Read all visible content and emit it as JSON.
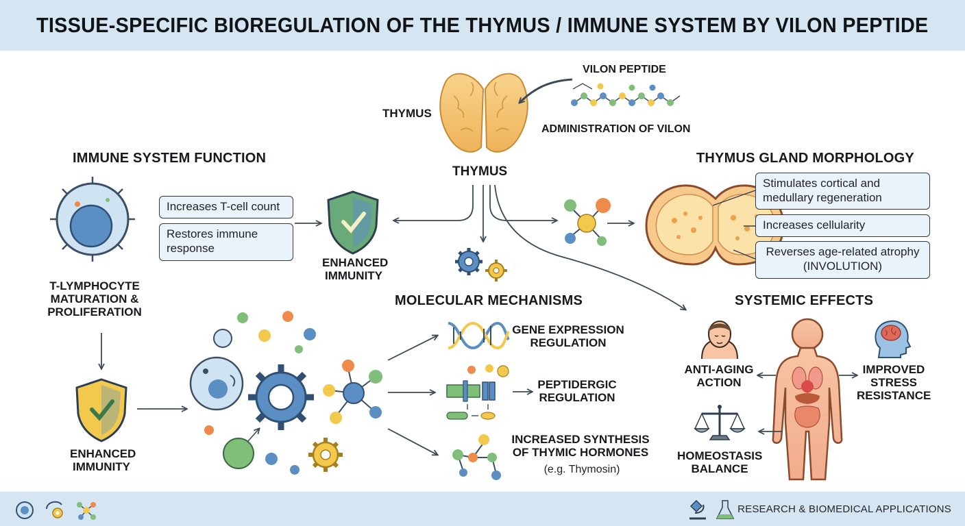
{
  "header": {
    "title": "TISSUE-SPECIFIC BIOREGULATION OF THE THYMUS / IMMUNE SYSTEM BY VILON PEPTIDE"
  },
  "center": {
    "thymus_side_label": "THYMUS",
    "thymus_label": "THYMUS",
    "peptide_label": "VILON PEPTIDE",
    "administration_label": "ADMINISTRATION OF VILON"
  },
  "immune": {
    "title": "IMMUNE SYSTEM FUNCTION",
    "box1": "Increases T-cell count",
    "box2": "Restores immune response",
    "enhanced_top": "ENHANCED IMMUNITY",
    "tcell_label": "T-LYMPHOCYTE MATURATION & PROLIFERATION",
    "enhanced_bottom": "ENHANCED IMMUNITY"
  },
  "morphology": {
    "title": "THYMUS GLAND MORPHOLOGY",
    "box1": "Stimulates cortical and medullary regeneration",
    "box2": "Increases cellularity",
    "box3_line1": "Reverses age-related atrophy",
    "box3_line2": "(INVOLUTION)"
  },
  "molecular": {
    "title": "MOLECULAR MECHANISMS",
    "gene": "GENE EXPRESSION REGULATION",
    "peptidergic": "PEPTIDERGIC REGULATION",
    "synthesis": "INCREASED SYNTHESIS OF THYMIC HORMONES",
    "synthesis_note": "(e.g. Thymosin)"
  },
  "systemic": {
    "title": "SYSTEMIC EFFECTS",
    "anti_aging": "ANTI-AGING ACTION",
    "stress": "IMPROVED STRESS RESISTANCE",
    "homeostasis": "HOMEOSTASIS BALANCE"
  },
  "footer": {
    "text": "RESEARCH & BIOMEDICAL APPLICATIONS"
  },
  "colors": {
    "banner": "#d5e6f2",
    "box_fill": "#eaf3fa",
    "arrow": "#3b4a57",
    "thymus": "#f3c16c",
    "cell_blue": "#5b8fc4",
    "green": "#7fbf7a",
    "yellow": "#f2c94c",
    "orange": "#ee8a4a"
  }
}
